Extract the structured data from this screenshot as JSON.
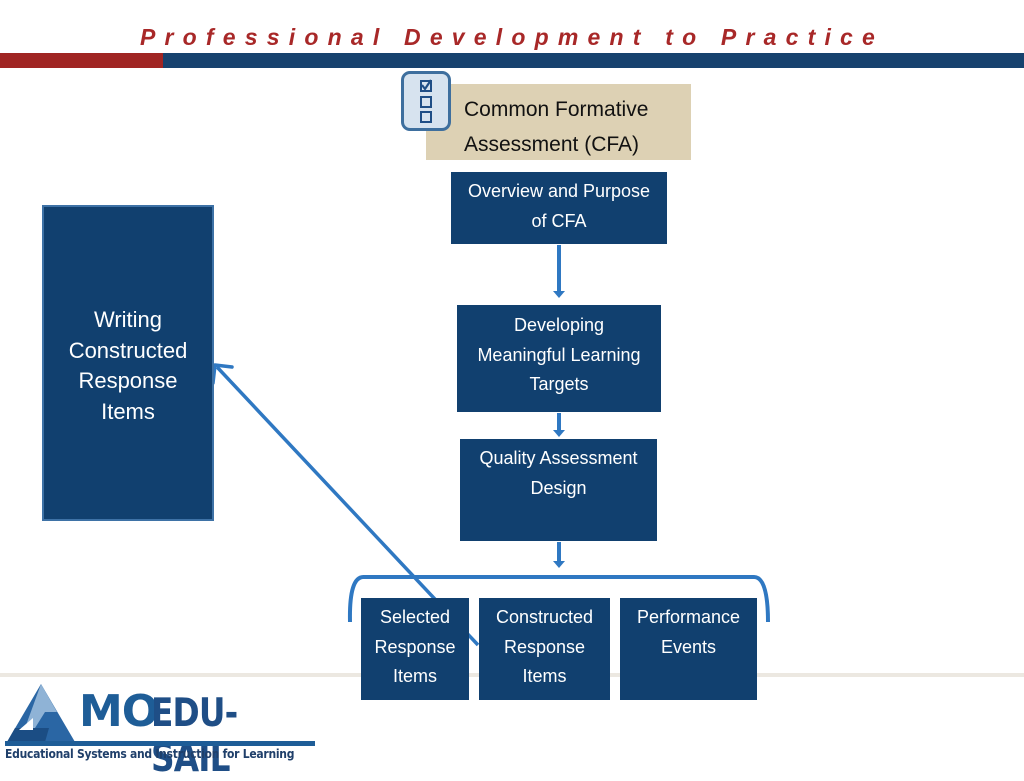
{
  "header": {
    "title": "Professional Development to Practice",
    "colors": {
      "title_red": "#a82828",
      "bar_red": "#a02523",
      "bar_blue": "#17426e"
    }
  },
  "title_box": {
    "lines": [
      "Common Formative",
      "Assessment (CFA)"
    ],
    "icon": "checklist-icon",
    "color": "#ddd1b4"
  },
  "nodes": {
    "overview": [
      "Overview and Purpose",
      "of CFA"
    ],
    "targets": [
      "Developing",
      "Meaningful Learning",
      "Targets"
    ],
    "quality": [
      "Quality Assessment",
      "Design"
    ],
    "selected": [
      "Selected",
      "Response",
      "Items"
    ],
    "constructed": [
      "Constructed",
      "Response",
      "Items"
    ],
    "performance": [
      "Performance",
      "Events"
    ],
    "writing": [
      "Writing",
      "Constructed",
      "Response",
      "Items"
    ],
    "color": "#11406f"
  },
  "edges": [
    {
      "from": "overview",
      "to": "targets"
    },
    {
      "from": "targets",
      "to": "quality"
    },
    {
      "from": "quality",
      "to": "selected-constructed-performance group"
    },
    {
      "from": "constructed",
      "to": "writing"
    }
  ],
  "logo": {
    "mo": "MO",
    "name": "EDU-SAIL",
    "tagline": "Educational Systems and Instruction for Learning",
    "icon": "mountain-sail-logo-icon"
  }
}
